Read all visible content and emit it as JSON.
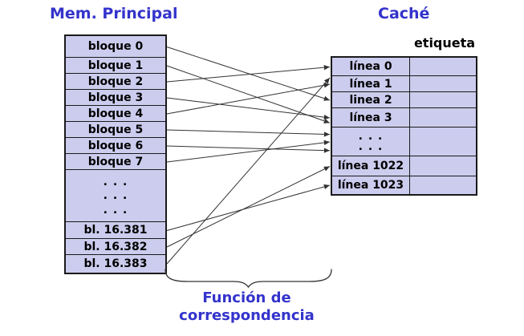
{
  "left_panel": {
    "title": "Mem. Principal",
    "rows": [
      "bloque 0",
      "bloque 1",
      "bloque 2",
      "bloque 3",
      "bloque 4",
      "bloque 5",
      "bloque 6",
      "bloque 7"
    ],
    "dots": [
      ". . .",
      ". . .",
      ". . ."
    ],
    "tail_rows": [
      "bl. 16.381",
      "bl. 16.382",
      "bl. 16.383"
    ]
  },
  "right_panel": {
    "title": "Caché",
    "column_label": "etiqueta",
    "rows": [
      "línea 0",
      "línea 1",
      "linea 2",
      "línea 3"
    ],
    "dots": [
      ". . .",
      ". . ."
    ],
    "tail_rows": [
      "línea 1022",
      "línea 1023"
    ]
  },
  "caption": {
    "line1": "Función de",
    "line2": "correspondencia"
  },
  "colors": {
    "accent_text": "#3333cc",
    "cell_fill": "#ccccee",
    "table_border": "#1a1a1a",
    "arrow": "#333333"
  },
  "mappings": [
    {
      "from": "bloque 0",
      "to": "linea 2"
    },
    {
      "from": "bloque 1",
      "to": "línea 3",
      "align": "low"
    },
    {
      "from": "bloque 2",
      "to": "línea 0"
    },
    {
      "from": "bloque 3",
      "to": "línea 3"
    },
    {
      "from": "bloque 4",
      "to": "línea 1"
    },
    {
      "from": "bloque 5",
      "to": "cache-dots",
      "align": "d0"
    },
    {
      "from": "bloque 6",
      "to": "cache-dots",
      "align": "d1"
    },
    {
      "from": "bloque 7",
      "to": "cache-dots",
      "align": "dmid"
    },
    {
      "from": "bl. 16.381",
      "to": "línea 1023"
    },
    {
      "from": "bl. 16.382",
      "to": "línea 1022"
    },
    {
      "from": "bl. 16.383",
      "to": "línea 1",
      "align": "high"
    }
  ]
}
